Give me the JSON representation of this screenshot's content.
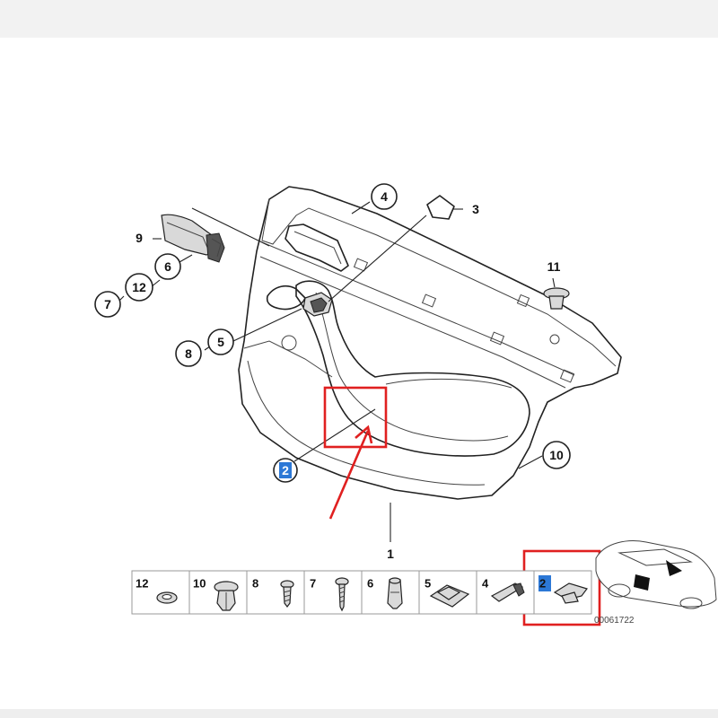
{
  "callouts": {
    "c1": "1",
    "c2": "2",
    "c3": "3",
    "c4": "4",
    "c5": "5",
    "c6": "6",
    "c7": "7",
    "c8": "8",
    "c9": "9",
    "c10": "10",
    "c11": "11",
    "c12": "12"
  },
  "legend": [
    {
      "number": "12",
      "part": "washer-ring"
    },
    {
      "number": "10",
      "part": "expansion-rivet-clip"
    },
    {
      "number": "8",
      "part": "short-screw"
    },
    {
      "number": "7",
      "part": "long-screw"
    },
    {
      "number": "6",
      "part": "plug-nut"
    },
    {
      "number": "5",
      "part": "clip-nut"
    },
    {
      "number": "4",
      "part": "strip-clip"
    },
    {
      "number": "2",
      "part": "retainer-clip"
    }
  ],
  "reference_code": "00061722",
  "highlight_color": "#2c78d6",
  "annotation_color": "#e02020"
}
